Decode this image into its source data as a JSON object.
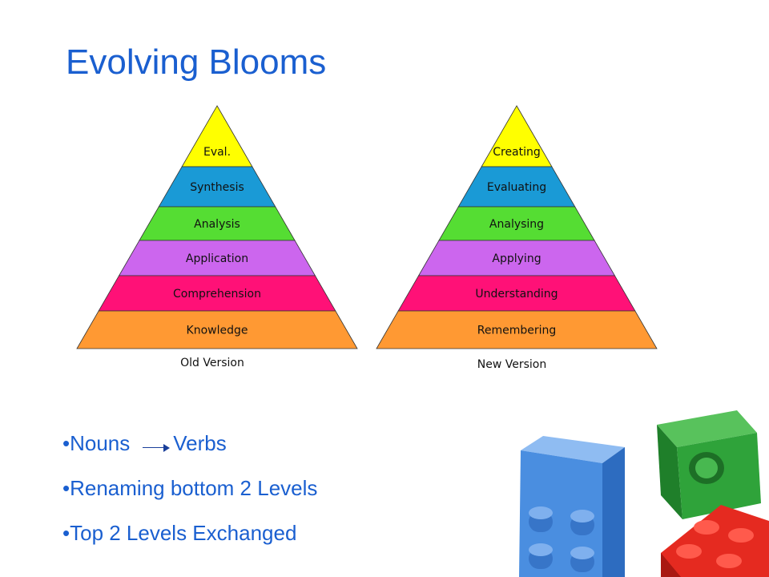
{
  "title": "Evolving Blooms",
  "pyramids": [
    {
      "caption": "Old Version",
      "levels": [
        "Eval.",
        "Synthesis",
        "Analysis",
        "Application",
        "Comprehension",
        "Knowledge"
      ]
    },
    {
      "caption": "New Version",
      "levels": [
        "Creating",
        "Evaluating",
        "Analysing",
        "Applying",
        "Understanding",
        "Remembering"
      ]
    }
  ],
  "level_colors": [
    "#ffff00",
    "#1a9ad6",
    "#55dd33",
    "#cc66ee",
    "#ff1177",
    "#ff9933"
  ],
  "bullets": {
    "b1_left": "•Nouns",
    "b1_right": "Verbs",
    "b2": "•Renaming bottom 2 Levels",
    "b3": "•Top 2 Levels Exchanged"
  },
  "colors": {
    "title": "#1a5fd0",
    "block_blue": "#4a8ee0",
    "block_green": "#2fa33a",
    "block_red": "#e52a20"
  }
}
